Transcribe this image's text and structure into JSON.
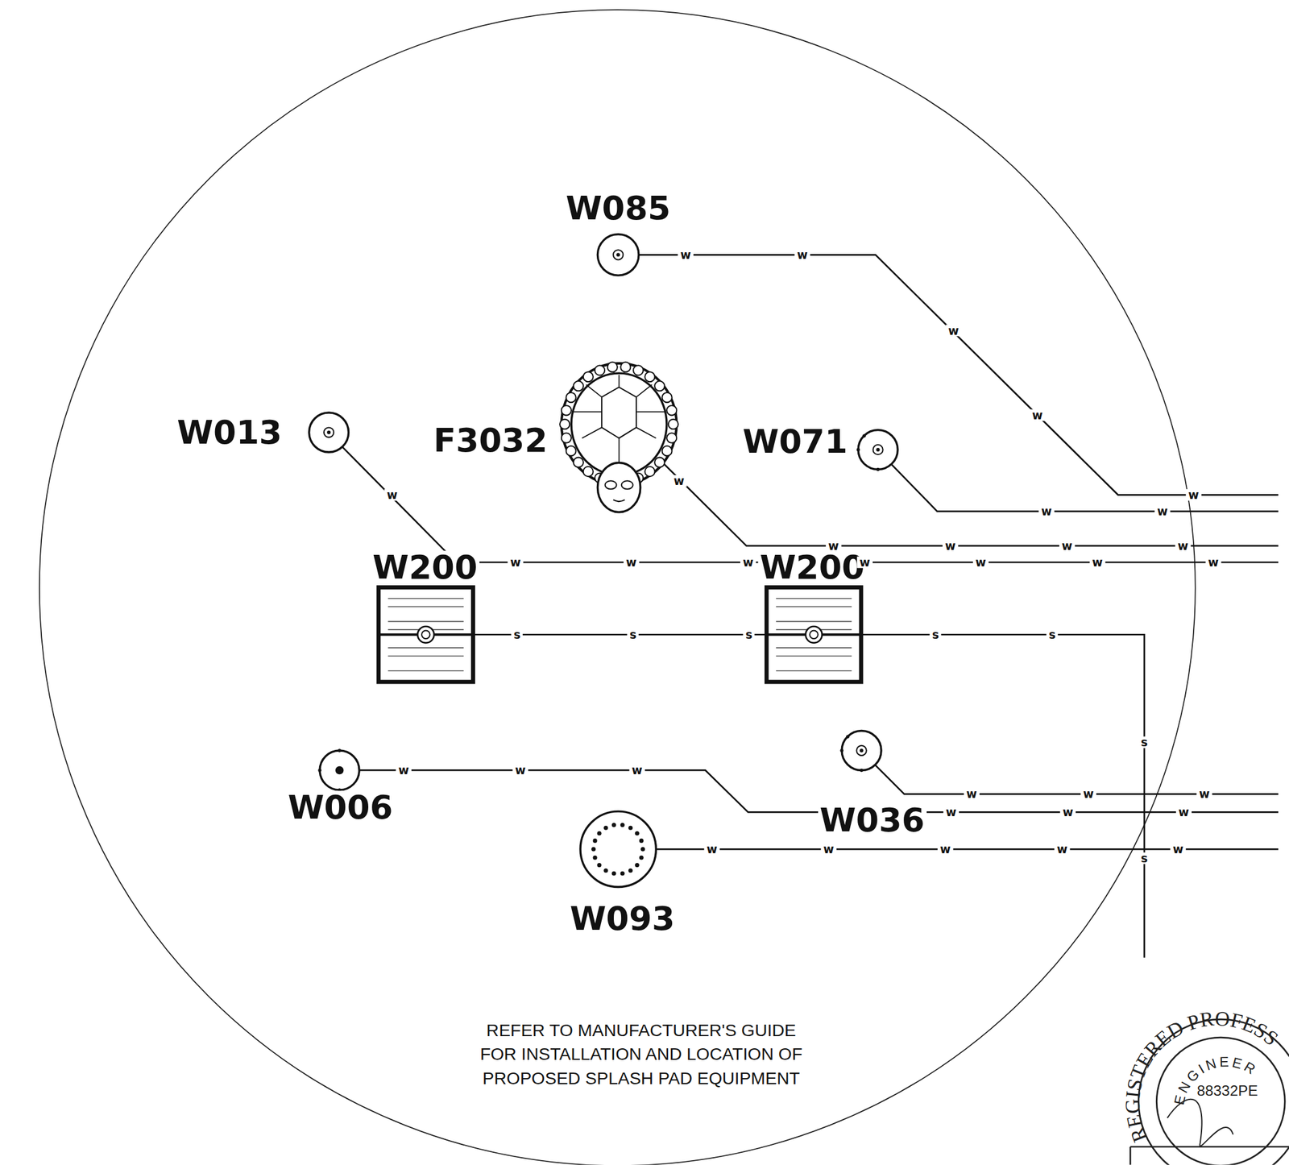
{
  "diagram": {
    "nodes": [
      {
        "text": [
          "W085"
        ]
      },
      {
        "text": [
          "W013"
        ]
      },
      {
        "text": [
          "F3032"
        ]
      },
      {
        "text": [
          "W071"
        ]
      },
      {
        "text": [
          "W200"
        ]
      },
      {
        "text": [
          "W200"
        ]
      },
      {
        "text": [
          "W006"
        ]
      },
      {
        "text": [
          "W036"
        ]
      },
      {
        "text": [
          "W093"
        ]
      }
    ],
    "labels": [
      "w",
      "w",
      "w",
      "w",
      "w",
      "w",
      "w",
      "w",
      "w",
      "w",
      "w",
      "w",
      "w",
      "w",
      "w",
      "w",
      "w",
      "w",
      "w",
      "w",
      "s",
      "s",
      "s",
      "s",
      "s",
      "s",
      "s",
      "w",
      "w",
      "w",
      "w",
      "w",
      "w",
      "w",
      "w",
      "w",
      "w",
      "w",
      "w",
      "w",
      "w",
      "REFER TO MANUFACTURER'S GUIDE FOR INSTALLATION AND LOCATION OF PROPOSED SPLASH PAD EQUIPMENT",
      "REGISTERED PROFESS",
      "ENGINEER",
      "88332PE"
    ]
  }
}
